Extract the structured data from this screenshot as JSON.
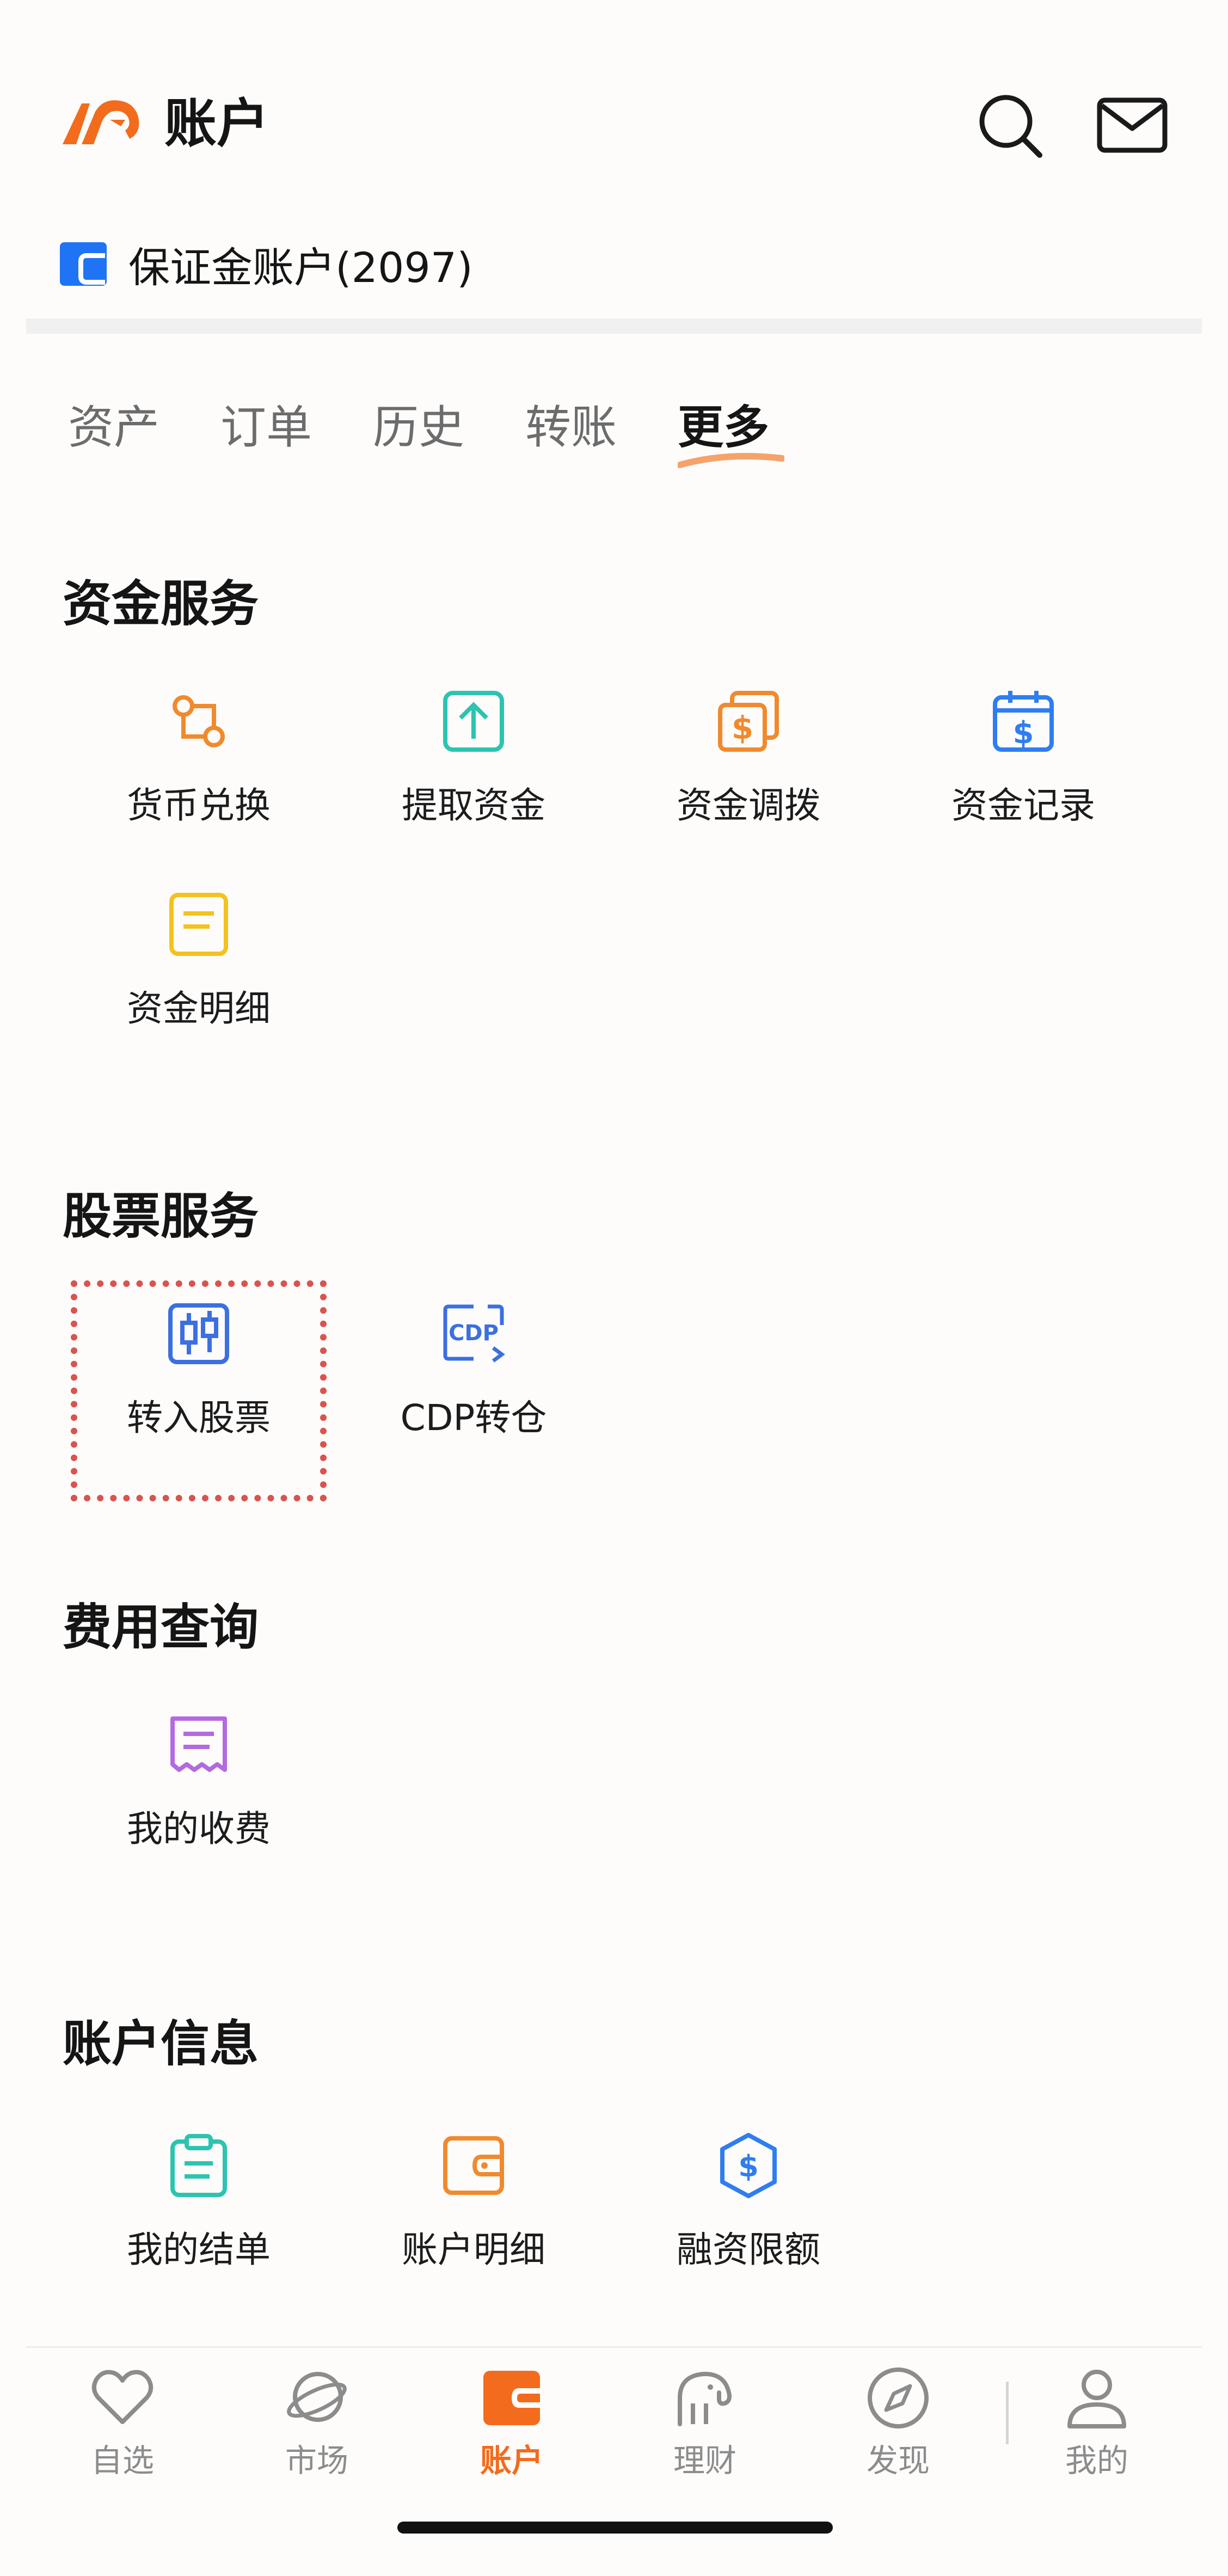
{
  "header": {
    "title": "账户",
    "account_label": "保证金账户(2097)"
  },
  "tabs": [
    {
      "label": "资产"
    },
    {
      "label": "订单"
    },
    {
      "label": "历史"
    },
    {
      "label": "转账"
    },
    {
      "label": "更多",
      "active": true
    }
  ],
  "sections": {
    "funds": {
      "title": "资金服务",
      "items": [
        {
          "label": "货币兑换",
          "icon": "currency-exchange-icon",
          "color": "#f08a2e"
        },
        {
          "label": "提取资金",
          "icon": "withdraw-upload-icon",
          "color": "#2cc4b0"
        },
        {
          "label": "资金调拨",
          "icon": "fund-transfer-icon",
          "color": "#f08a2e"
        },
        {
          "label": "资金记录",
          "icon": "calendar-dollar-icon",
          "color": "#2f7df0"
        },
        {
          "label": "资金明细",
          "icon": "document-list-icon",
          "color": "#f4c21f"
        }
      ]
    },
    "stocks": {
      "title": "股票服务",
      "items": [
        {
          "label": "转入股票",
          "icon": "candlestick-icon",
          "color": "#3c6fe0"
        },
        {
          "label": "CDP转仓",
          "icon": "cdp-icon",
          "color": "#3c6fe0"
        }
      ]
    },
    "fees": {
      "title": "费用查询",
      "items": [
        {
          "label": "我的收费",
          "icon": "receipt-icon",
          "color": "#b36ae0"
        }
      ]
    },
    "account_info": {
      "title": "账户信息",
      "items": [
        {
          "label": "我的结单",
          "icon": "clipboard-icon",
          "color": "#2cc4b0"
        },
        {
          "label": "账户明细",
          "icon": "wallet-icon",
          "color": "#f08a2e"
        },
        {
          "label": "融资限额",
          "icon": "shield-dollar-icon",
          "color": "#2f7df0"
        }
      ]
    }
  },
  "bottom_nav": [
    {
      "label": "自选",
      "icon": "heart-icon"
    },
    {
      "label": "市场",
      "icon": "planet-icon"
    },
    {
      "label": "账户",
      "icon": "wallet-icon",
      "active": true
    },
    {
      "label": "理财",
      "icon": "elephant-icon"
    },
    {
      "label": "发现",
      "icon": "compass-icon"
    },
    {
      "label": "我的",
      "icon": "user-icon"
    }
  ],
  "colors": {
    "brand": "#f36b1c",
    "highlight": "#d9534f"
  }
}
